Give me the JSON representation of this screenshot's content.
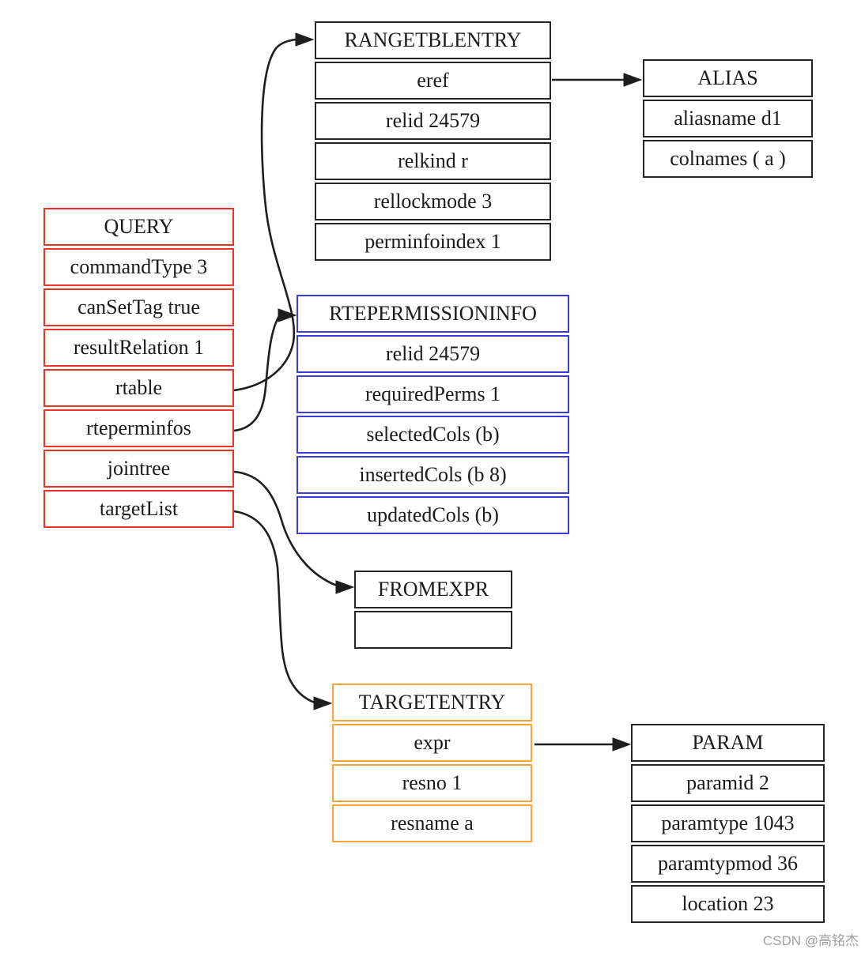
{
  "watermark": "CSDN @高铭杰",
  "colors": {
    "query_border": "#ee3228",
    "rteperm_border": "#3c3cd8",
    "targetentry_border": "#ffa438",
    "default_border": "#252525",
    "edge": "#1e1e1e"
  },
  "nodes": {
    "query": {
      "title": "QUERY",
      "rows": [
        "commandType 3",
        "canSetTag true",
        "resultRelation 1",
        "rtable",
        "rteperminfos",
        "jointree",
        "targetList"
      ]
    },
    "rangetblentry": {
      "title": "RANGETBLENTRY",
      "rows": [
        "eref",
        "relid 24579",
        "relkind r",
        "rellockmode 3",
        "perminfoindex 1"
      ]
    },
    "alias": {
      "title": "ALIAS",
      "rows": [
        "aliasname d1",
        "colnames ( a )"
      ]
    },
    "rtepermissioninfo": {
      "title": "RTEPERMISSIONINFO",
      "rows": [
        "relid 24579",
        "requiredPerms 1",
        "selectedCols (b)",
        "insertedCols (b 8)",
        "updatedCols (b)"
      ]
    },
    "fromexpr": {
      "title": "FROMEXPR",
      "rows": [
        ""
      ]
    },
    "targetentry": {
      "title": "TARGETENTRY",
      "rows": [
        "expr",
        "resno 1",
        "resname a"
      ]
    },
    "param": {
      "title": "PARAM",
      "rows": [
        "paramid 2",
        "paramtype 1043",
        "paramtypmod 36",
        "location 23"
      ]
    }
  },
  "edges": [
    {
      "from": "QUERY.rtable",
      "to": "RANGETBLENTRY"
    },
    {
      "from": "QUERY.rteperminfos",
      "to": "RTEPERMISSIONINFO"
    },
    {
      "from": "QUERY.jointree",
      "to": "FROMEXPR"
    },
    {
      "from": "QUERY.targetList",
      "to": "TARGETENTRY"
    },
    {
      "from": "RANGETBLENTRY.eref",
      "to": "ALIAS"
    },
    {
      "from": "TARGETENTRY.expr",
      "to": "PARAM"
    }
  ]
}
